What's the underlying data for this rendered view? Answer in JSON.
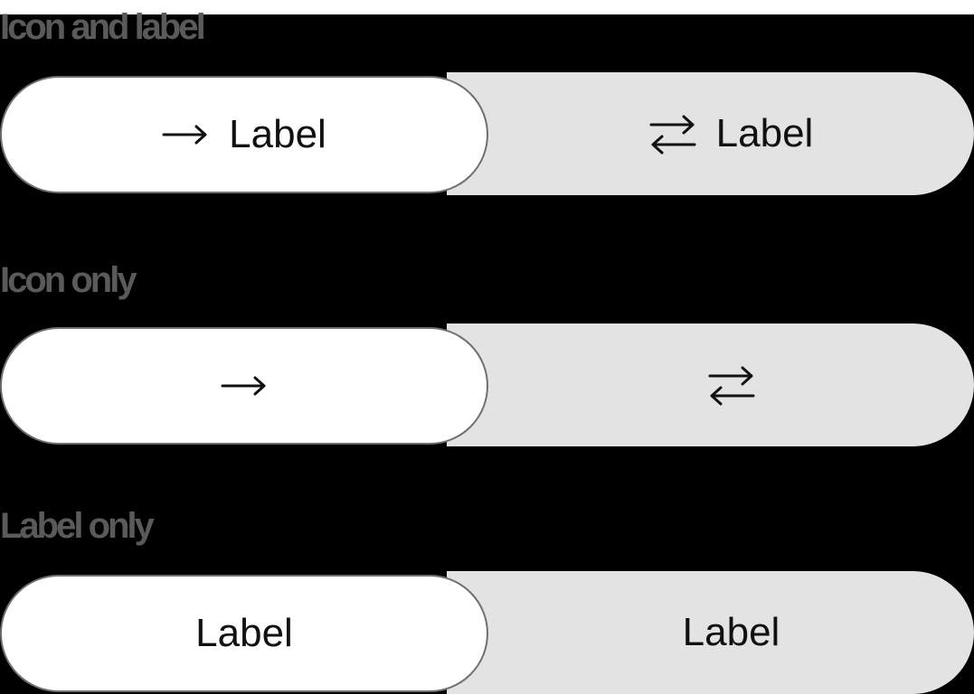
{
  "sections": [
    {
      "title": "Icon and label",
      "options": [
        {
          "label": "Label",
          "icon": "arrow-right-icon",
          "selected": true
        },
        {
          "label": "Label",
          "icon": "swap-arrows-icon",
          "selected": false
        }
      ]
    },
    {
      "title": "Icon only",
      "options": [
        {
          "label": "",
          "icon": "arrow-right-icon",
          "selected": true
        },
        {
          "label": "",
          "icon": "swap-arrows-icon",
          "selected": false
        }
      ]
    },
    {
      "title": "Label only",
      "options": [
        {
          "label": "Label",
          "icon": "",
          "selected": true
        },
        {
          "label": "Label",
          "icon": "",
          "selected": false
        }
      ]
    }
  ],
  "colors": {
    "background": "#000000",
    "selected_fill": "#ffffff",
    "unselected_fill": "#e3e3e3",
    "selected_border": "#6f6f6f",
    "title_text": "#5a5a5a",
    "label_text": "#111111"
  }
}
